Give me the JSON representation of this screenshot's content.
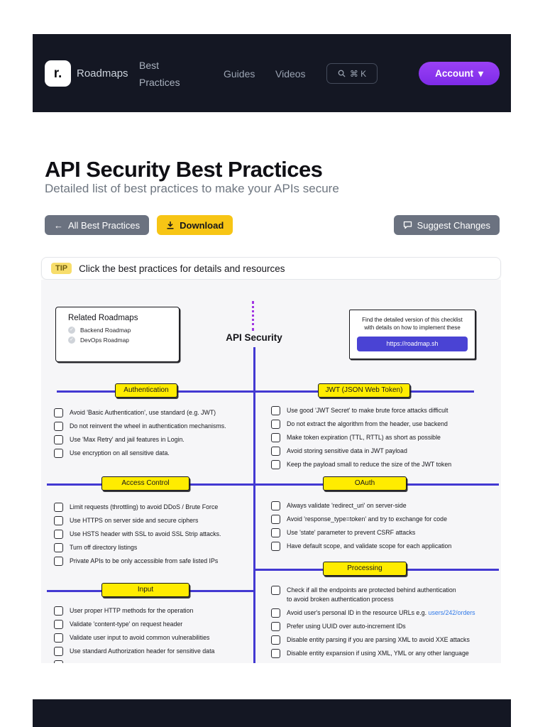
{
  "nav": {
    "logo_mark": "r.",
    "logo_text": "Roadmaps",
    "items": [
      {
        "label": "Best Practices"
      },
      {
        "label": "Guides"
      },
      {
        "label": "Videos"
      }
    ],
    "search_shortcut": "⌘ K",
    "account_label": "Account"
  },
  "icons": {
    "arrow_left": "←",
    "chevron_down": "▾",
    "check": "✓"
  },
  "hero": {
    "title": "API Security Best Practices",
    "subtitle": "Detailed list of best practices to make your APIs secure",
    "back_button": "All Best Practices",
    "download_button": "Download",
    "suggest_button": "Suggest Changes"
  },
  "tip": {
    "badge": "TIP",
    "text": "Click the best practices for details and resources"
  },
  "colors": {
    "header_bg": "#141723",
    "accent_purple": "#8b33f0",
    "line_blue": "#4339d2",
    "label_yellow": "#ffec00",
    "download_yellow": "#f7c515",
    "link_blue": "#3079e8",
    "info_button_indigo": "#4a43d4"
  },
  "diagram": {
    "center_title": "API Security",
    "related": {
      "title": "Related Roadmaps",
      "items": [
        "Backend Roadmap",
        "DevOps Roadmap"
      ]
    },
    "info_box": {
      "line1": "Find the detailed version of this checklist",
      "line2": "with details on how to implement these",
      "button": "https://roadmap.sh"
    },
    "sections": [
      {
        "id": "authentication",
        "label": "Authentication",
        "items": [
          {
            "text": "Avoid 'Basic Authentication', use standard (e.g. JWT)"
          },
          {
            "text": "Do not reinvent the wheel in authentication mechanisms."
          },
          {
            "text": "Use 'Max Retry' and jail features in Login."
          },
          {
            "text": "Use encryption on all sensitive data."
          }
        ]
      },
      {
        "id": "jwt",
        "label": "JWT (JSON Web Token)",
        "items": [
          {
            "text": "Use good 'JWT Secret' to make brute force attacks difficult"
          },
          {
            "text": "Do not extract the algorithm from the header, use backend"
          },
          {
            "text": "Make token expiration (TTL, RTTL) as short as possible"
          },
          {
            "text": "Avoid storing sensitive data in JWT payload"
          },
          {
            "text": "Keep the payload small to reduce the size of the JWT token"
          }
        ]
      },
      {
        "id": "access-control",
        "label": "Access Control",
        "items": [
          {
            "text": "Limit requests (throttling) to avoid DDoS / Brute Force"
          },
          {
            "text": "Use HTTPS on server side and secure ciphers"
          },
          {
            "text": "Use HSTS header with SSL to avoid SSL Strip attacks."
          },
          {
            "text": "Turn off directory listings"
          },
          {
            "text": "Private APIs to be only accessible from safe listed IPs"
          }
        ]
      },
      {
        "id": "oauth",
        "label": "OAuth",
        "items": [
          {
            "text": "Always validate 'redirect_uri' on server-side"
          },
          {
            "text": "Avoid 'response_type=token' and try to exchange for code"
          },
          {
            "text": "Use 'state' parameter to prevent CSRF attacks"
          },
          {
            "text": "Have default scope, and validate scope for each application"
          }
        ]
      },
      {
        "id": "processing",
        "label": "Processing",
        "items": [
          {
            "text": "Check if all the endpoints are protected behind authentication",
            "text2": "to avoid broken authentication process"
          },
          {
            "text": "Avoid user's personal ID in the resource URLs e.g. ",
            "link": "users/242/orders"
          },
          {
            "text": "Prefer using UUID over auto-increment IDs"
          },
          {
            "text": "Disable entity parsing if you are parsing XML to avoid XXE attacks"
          },
          {
            "text": "Disable entity expansion if using XML, YML or any other language"
          }
        ]
      },
      {
        "id": "input",
        "label": "Input",
        "items": [
          {
            "text": "User proper HTTP methods for the operation"
          },
          {
            "text": "Validate 'content-type' on request header"
          },
          {
            "text": "Validate user input to avoid common vulnerabilities"
          },
          {
            "text": "Use standard Authorization header for sensitive data"
          },
          {
            "text": ""
          }
        ]
      }
    ]
  }
}
